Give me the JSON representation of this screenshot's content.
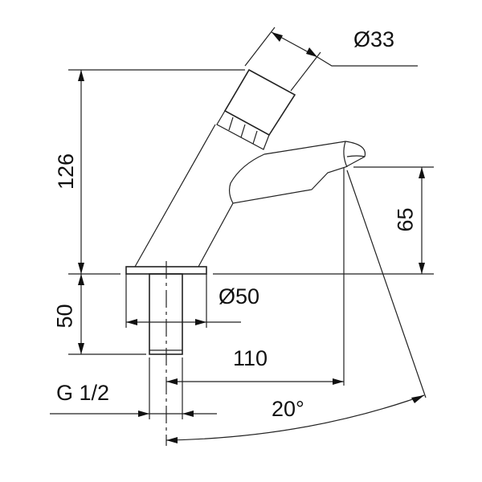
{
  "drawing": {
    "dimensions": {
      "cap_diameter": "Ø33",
      "total_height": "126",
      "spout_height": "65",
      "base_diameter": "Ø50",
      "shank_length": "50",
      "spout_reach": "110",
      "thread": "G 1/2",
      "spout_angle": "20°"
    }
  }
}
